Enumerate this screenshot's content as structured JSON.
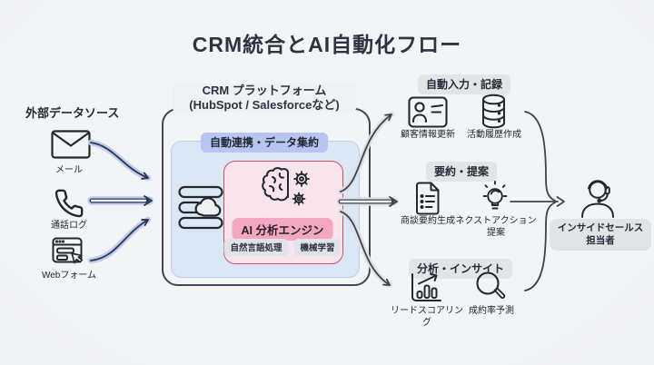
{
  "title": "CRM統合とAI自動化フロー",
  "sources": {
    "label": "外部データソース",
    "items": [
      {
        "label": "メール",
        "icon": "mail-icon"
      },
      {
        "label": "通話ログ",
        "icon": "phone-icon"
      },
      {
        "label": "Webフォーム",
        "icon": "webform-icon"
      }
    ]
  },
  "platform": {
    "title": "CRM プラットフォーム",
    "subtitle": "(HubSpot / Salesforceなど)",
    "badge": "自動連携・データ集約",
    "data_icon": "cloud-sync-icon",
    "engine": {
      "icon": "brain-gears-icon",
      "label": "AI 分析エンジン",
      "tags": [
        "自然言語処理",
        "機械学習"
      ]
    }
  },
  "outputs": [
    {
      "badge": "自動入力・記録",
      "items": [
        {
          "label": "顧客情報更新",
          "icon": "id-card-icon"
        },
        {
          "label": "活動履歴作成",
          "icon": "database-icon"
        }
      ]
    },
    {
      "badge": "要約・提案",
      "items": [
        {
          "label": "商談要約生成",
          "icon": "document-icon"
        },
        {
          "label": "ネクストアクション提案",
          "icon": "lightbulb-icon"
        }
      ]
    },
    {
      "badge": "分析・インサイト",
      "items": [
        {
          "label": "リードスコアリング",
          "icon": "bar-chart-icon"
        },
        {
          "label": "成約率予測",
          "icon": "magnifier-icon"
        }
      ]
    }
  ],
  "recipient": {
    "label": "インサイドセールス担当者",
    "icon": "headset-person-icon"
  },
  "colors": {
    "ink": "#2b3440",
    "accent_blue": "#b7c6f1",
    "panel_blue": "#dce7f6",
    "accent_pink": "#f3a7c0",
    "panel_pink": "#f9e4eb",
    "pink_border": "#c8506e",
    "badge_gray": "#e3e4e8",
    "arrow_blue_glow": "#bcc8ee",
    "arrow_gray_glow": "#dcdfe4",
    "arrow_navy": "#2b3750",
    "arrow_slate": "#3a434f"
  }
}
